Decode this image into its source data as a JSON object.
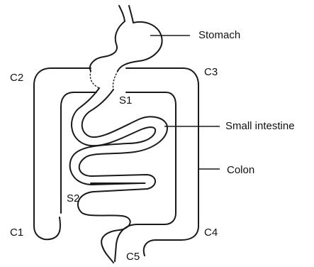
{
  "labels": {
    "stomach": "Stomach",
    "small_intestine": "Small intestine",
    "colon": "Colon",
    "c1": "C1",
    "c2": "C2",
    "c3": "C3",
    "c4": "C4",
    "c5": "C5",
    "s1": "S1",
    "s2": "S2"
  },
  "colors": {
    "line": "#1a1a1a",
    "text": "#111111",
    "background": "#ffffff"
  }
}
